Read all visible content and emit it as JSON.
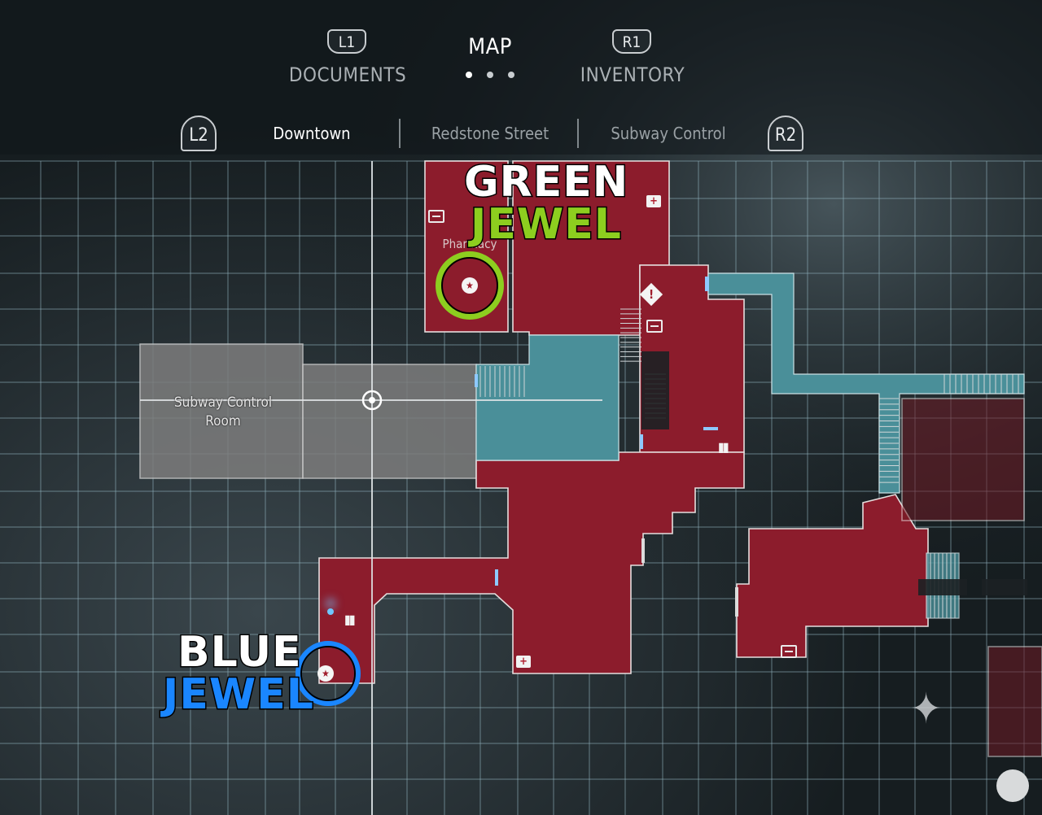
{
  "menu": {
    "left_button": "L1",
    "left_label": "DOCUMENTS",
    "center_label": "MAP",
    "right_button": "R1",
    "right_label": "INVENTORY",
    "page_dots": 3,
    "active_page": 1
  },
  "areas": {
    "prev_button": "L2",
    "next_button": "R2",
    "tabs": [
      {
        "label": "Downtown",
        "active": true
      },
      {
        "label": "Redstone Street",
        "active": false
      },
      {
        "label": "Subway Control",
        "active": false
      }
    ]
  },
  "map": {
    "rooms": [
      {
        "name": "Subway Control Room",
        "line1": "Subway Control",
        "line2": "Room"
      },
      {
        "name": "Pharmacy",
        "label": "Pharmacy"
      }
    ],
    "colors": {
      "explored_room": "#8c1c2c",
      "corridor": "#4a8f99",
      "unexplored_room": "#7a7a7a",
      "grid": "#8fb0bd"
    },
    "icons": [
      "medkit-icon",
      "document-icon",
      "warning-icon",
      "ammo-icon",
      "item-star-icon",
      "player-marker-icon",
      "compass-icon",
      "save-icon"
    ]
  },
  "annotations": {
    "green_line1": "GREEN",
    "green_line2": "JEWEL",
    "blue_line1": "BLUE",
    "blue_line2": "JEWEL",
    "green_color": "#8dce1f",
    "blue_color": "#1a86ff"
  }
}
